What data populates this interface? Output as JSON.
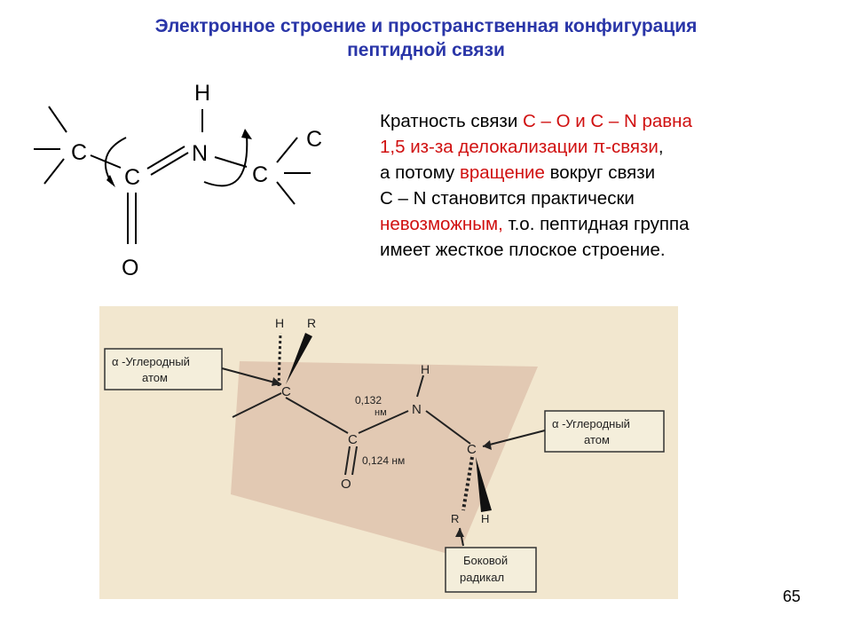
{
  "slide": {
    "title_line1": "Электронное строение и пространственная конфигурация",
    "title_line2": "пептидной связи",
    "number": "65",
    "colors": {
      "title": "#2a36a8",
      "highlight": "#d01010",
      "photo_bg": "#f2e7cf",
      "plane": "#e2c9b3"
    }
  },
  "scheme": {
    "h": "H",
    "n": "N",
    "c_left": "C",
    "c_carbonyl": "C",
    "c_right": "C",
    "c_upper": "C",
    "o": "O"
  },
  "description": {
    "l1_a": "Кратность связи ",
    "l1_b": "С – О и С – N равна",
    "l2": "1,5 из-за делокализации π-связи",
    "l2_tail": ",",
    "l3_a": "а потому ",
    "l3_b": "вращение",
    "l3_c": " вокруг связи",
    "l4": "С – N становится практически",
    "l5_a": "невозможным,",
    "l5_b": " т.о. пептидная группа",
    "l6": "имеет жесткое плоское строение."
  },
  "figure": {
    "label_alpha_left_1": "α -Углеродный",
    "label_alpha_left_2": "атом",
    "label_alpha_right_1": "α -Углеродный",
    "label_alpha_right_2": "атом",
    "label_side_1": "Боковой",
    "label_side_2": "радикал",
    "atom_h_top": "H",
    "atom_r_top": "R",
    "atom_c_alpha1": "C",
    "atom_n": "N",
    "atom_h_n": "H",
    "atom_c_carbonyl": "C",
    "atom_o": "O",
    "atom_c_alpha2": "C",
    "atom_r_bottom": "R",
    "atom_h_bottom": "H",
    "dist_cn_value": "0,132",
    "dist_cn_unit": "нм",
    "dist_co": "0,124 нм"
  }
}
